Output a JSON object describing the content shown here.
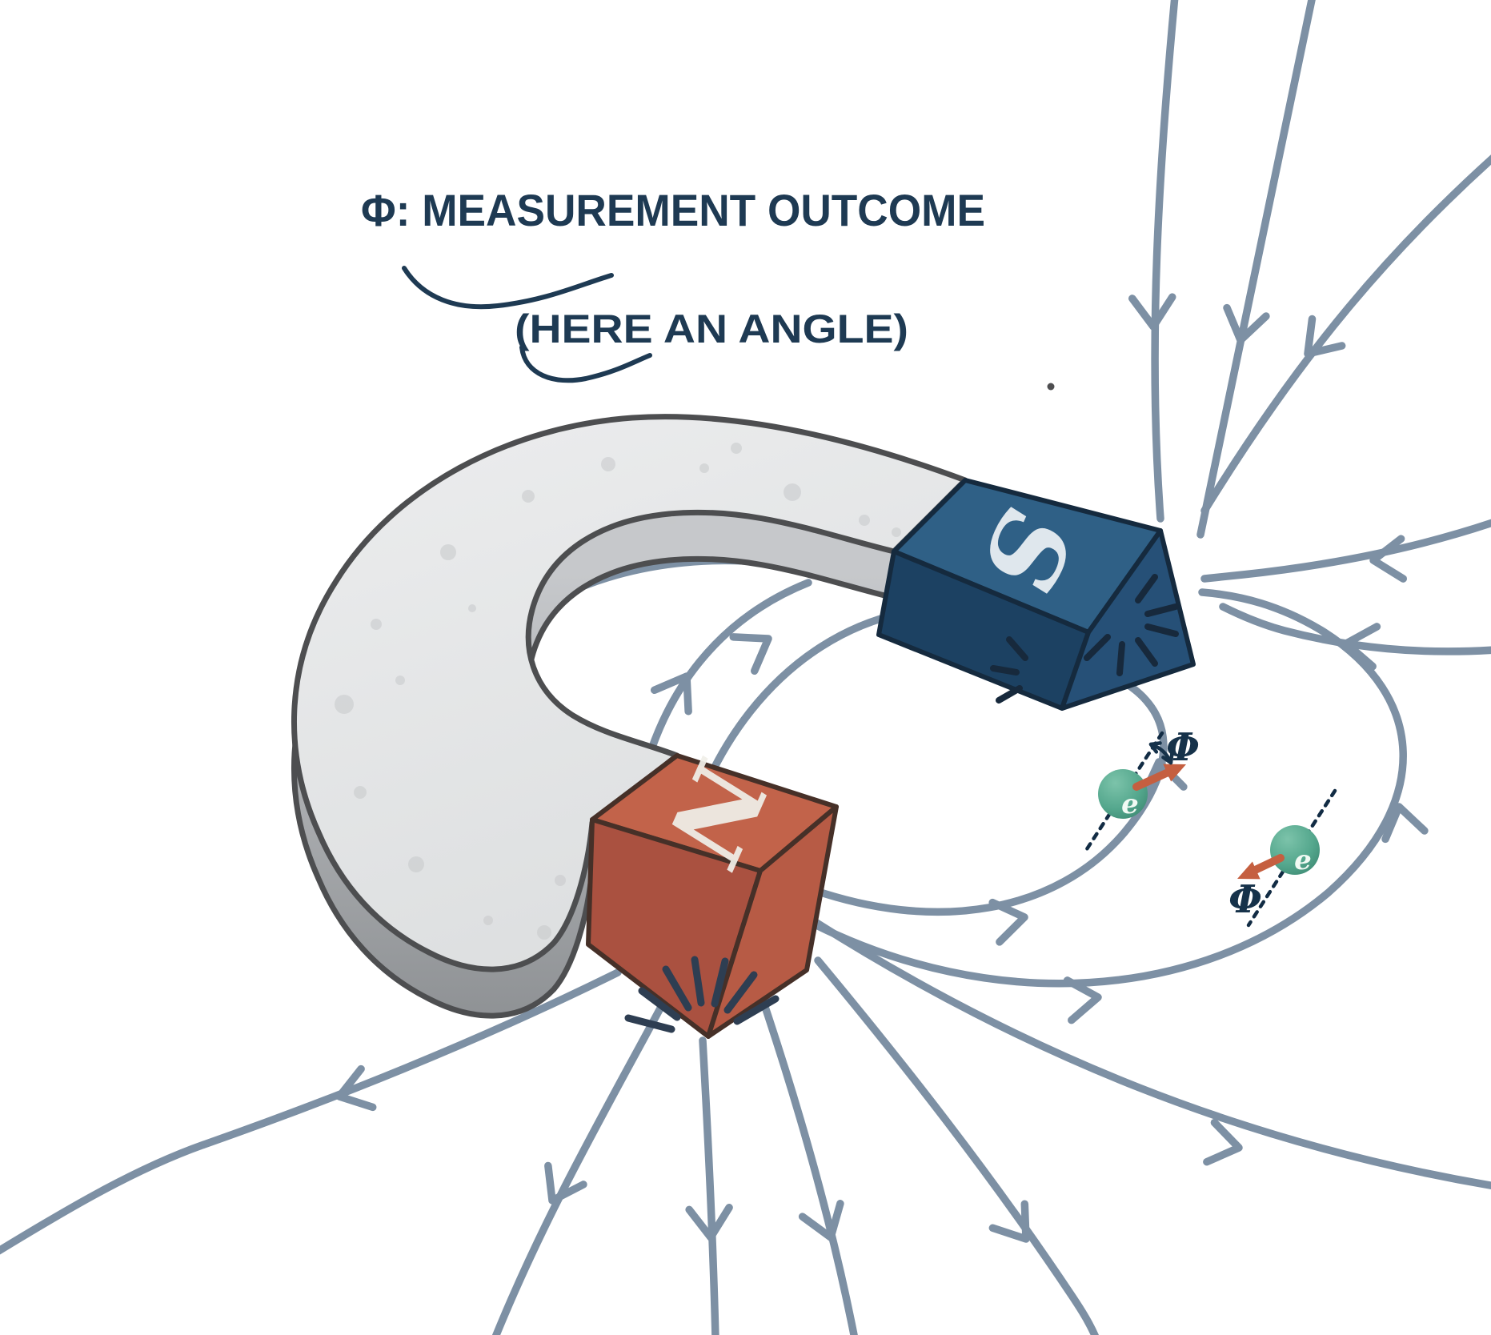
{
  "title": {
    "line1": "Φ: MEASUREMENT OUTCOME",
    "line2": "(HERE AN ANGLE)"
  },
  "magnet": {
    "south_label": "S",
    "north_label": "N"
  },
  "electrons": {
    "first": {
      "label": "e",
      "angle_label": "Φ"
    },
    "second": {
      "label": "e",
      "angle_label": "Φ"
    }
  },
  "colors": {
    "background": "#ffffff",
    "field_line": "#7d90a4",
    "annotation_text": "#1e3a53",
    "magnet_body_top": "#e9eaea",
    "magnet_body_side": "#b2b5b8",
    "south_pole_top": "#2f6086",
    "south_pole_front": "#1c4162",
    "south_pole_face": "#265077",
    "north_pole_top": "#c2634a",
    "north_pole_front": "#aa5140",
    "north_pole_face": "#b75b45",
    "electron_fill": "#54a78d",
    "spin_arrow": "#c55f40",
    "flux_mark": "#2e3e52"
  }
}
